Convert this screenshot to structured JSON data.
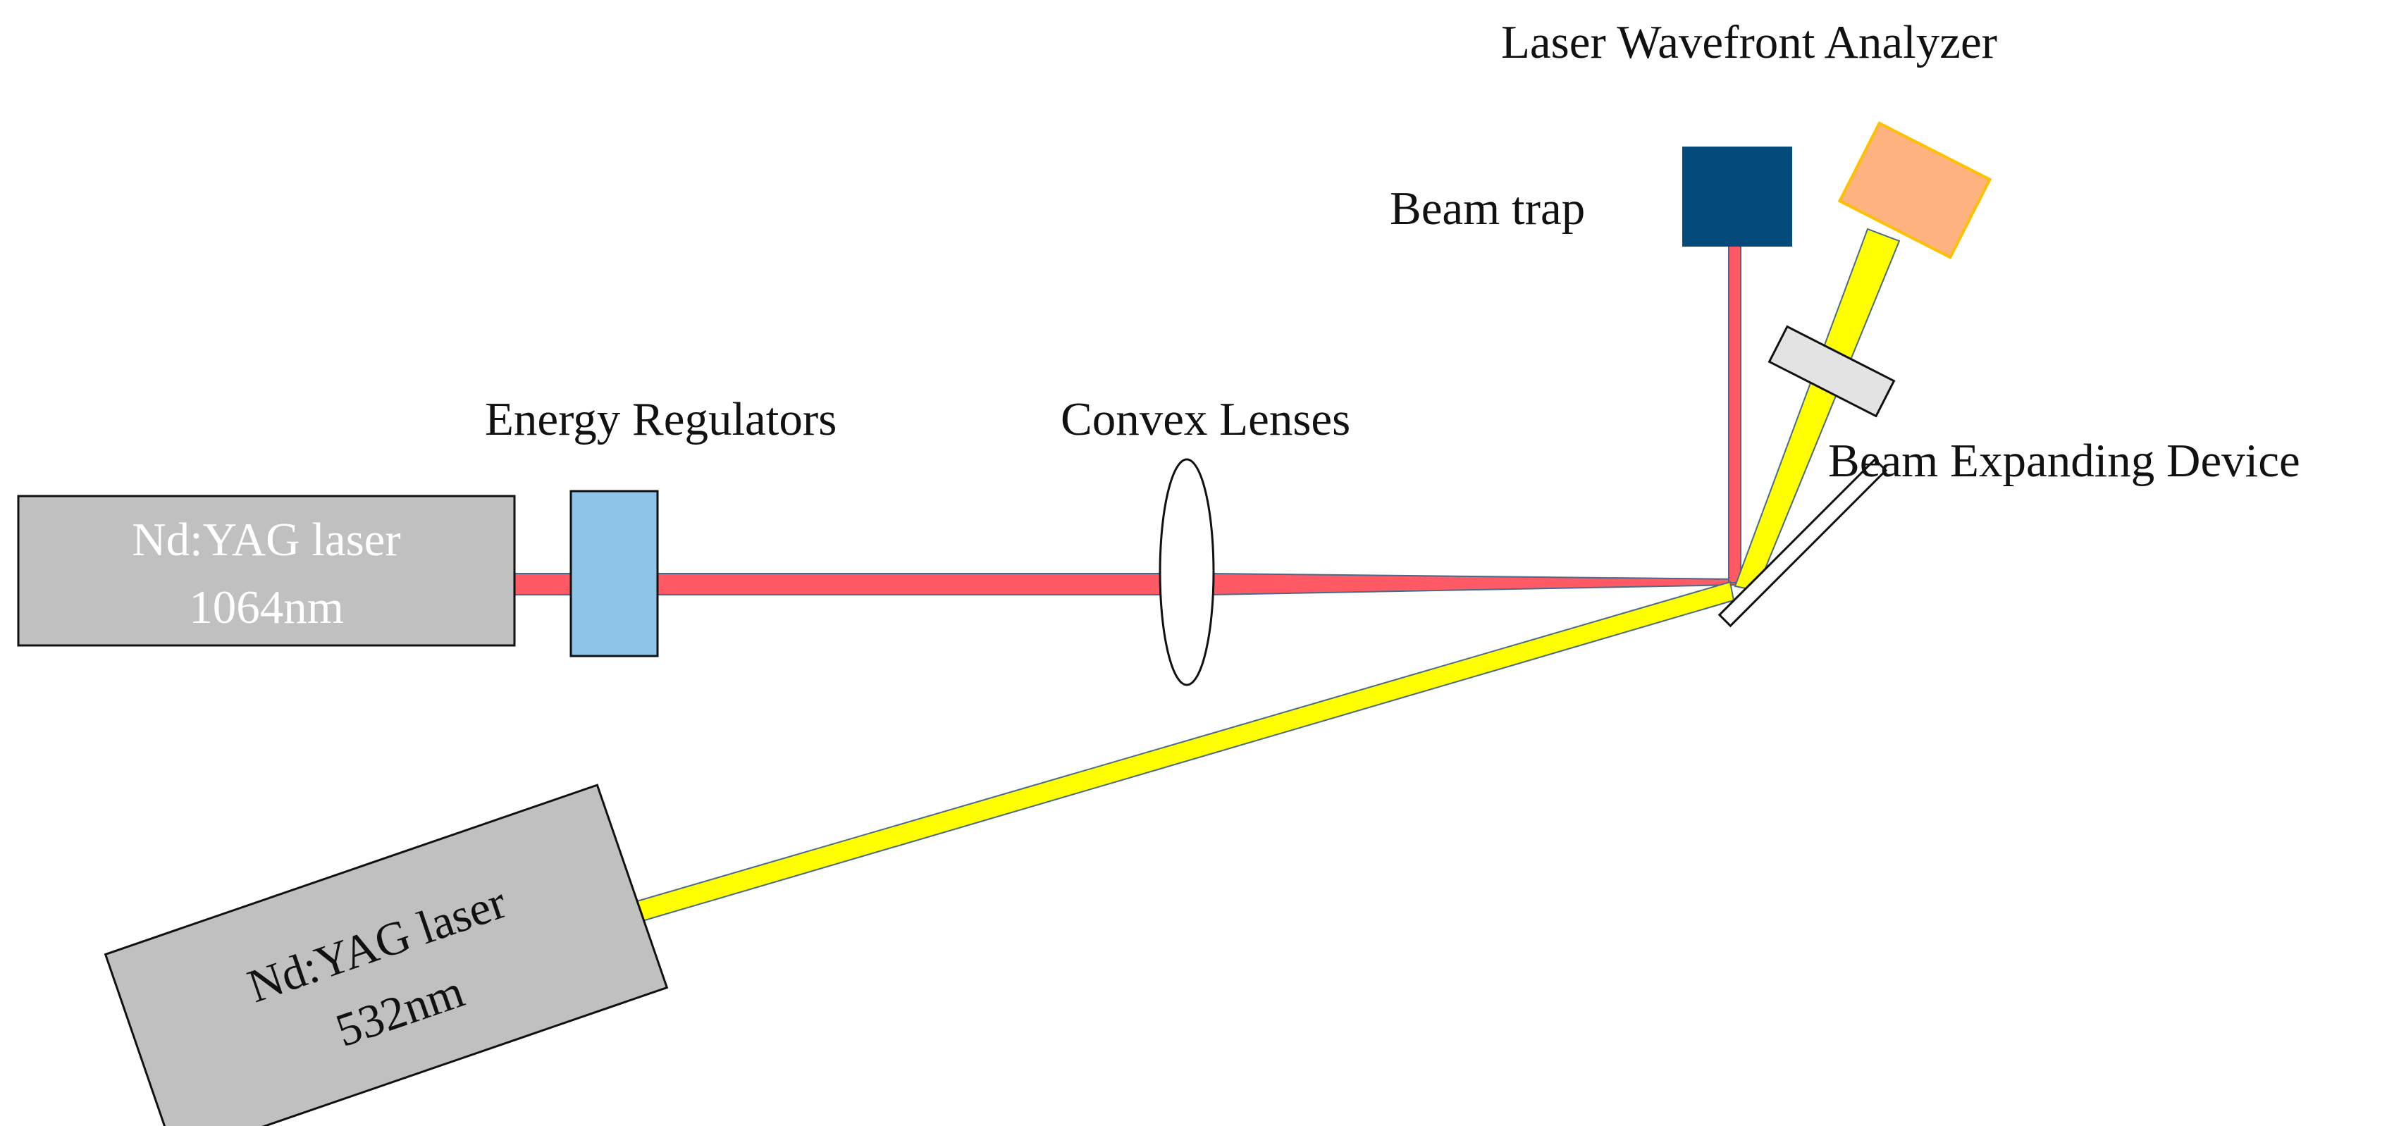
{
  "labels": {
    "wavefront_analyzer": "Laser Wavefront Analyzer",
    "beam_trap": "Beam trap",
    "energy_regulators": "Energy Regulators",
    "convex_lenses": "Convex Lenses",
    "beam_expanding_device": "Beam Expanding Device",
    "laser_1064_line1": "Nd:YAG laser",
    "laser_1064_line2": "1064nm",
    "laser_532_line1": "Nd:YAG laser",
    "laser_532_line2": "532nm"
  },
  "colors": {
    "beam_1064": "#ff5a66",
    "beam_532": "#ffff00",
    "laser_body": "#c0c0c0",
    "energy_regulator": "#8ec4e8",
    "beam_trap": "#044a7a",
    "wavefront_analyzer": "#ffb380",
    "wavefront_analyzer_border": "#ffc000",
    "beam_expander": "#e3e3e3"
  }
}
